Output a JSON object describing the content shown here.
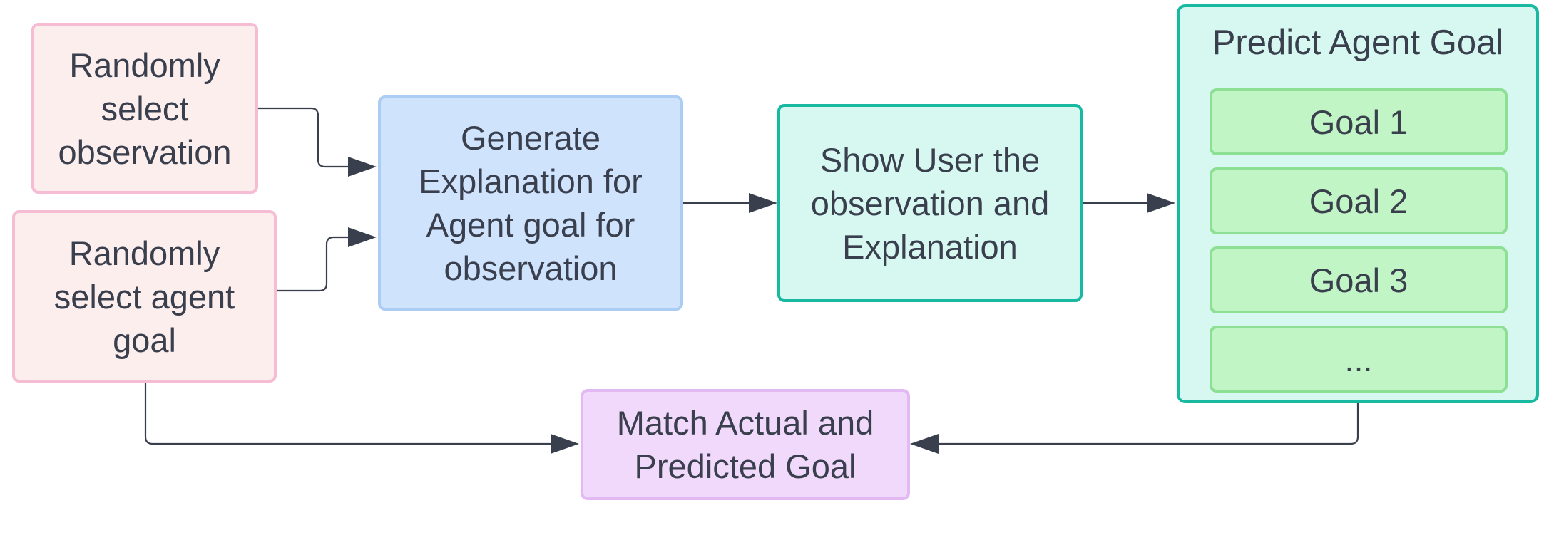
{
  "nodes": {
    "select_observation": "Randomly\nselect\nobservation",
    "select_goal": "Randomly\nselect agent\ngoal",
    "generate_explanation": "Generate\nExplanation for\nAgent goal for\nobservation",
    "show_user": "Show User the\nobservation and\nExplanation",
    "match_goal": "Match Actual and\nPredicted Goal"
  },
  "predict": {
    "title": "Predict Agent Goal",
    "goals": [
      "Goal 1",
      "Goal 2",
      "Goal 3",
      "..."
    ]
  },
  "colors": {
    "pink_fill": "#fdeeee",
    "pink_border": "#f6bcd3",
    "blue_fill": "#cfe3fd",
    "blue_border": "#abcdf3",
    "teal_fill": "#d6f8f1",
    "teal_border": "#19b9a1",
    "green_fill": "#c2f5c6",
    "green_border": "#8ddf93",
    "purple_fill": "#f1d9fb",
    "purple_border": "#e3b9f4",
    "connector": "#3a3f4e"
  }
}
